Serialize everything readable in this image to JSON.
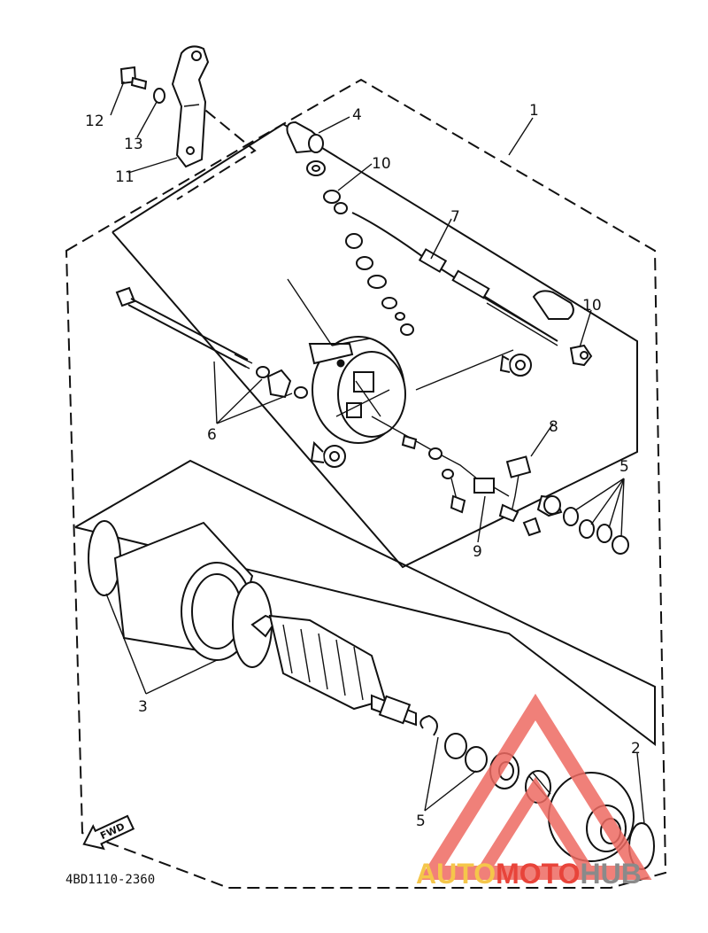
{
  "diagram": {
    "part_code": "4BD1110-2360",
    "direction_marker": "FWD",
    "callouts": {
      "c1": "1",
      "c2": "2",
      "c3": "3",
      "c4": "4",
      "c5": "5",
      "c5b": "5",
      "c6": "6",
      "c7": "7",
      "c8": "8",
      "c9": "9",
      "c10a": "10",
      "c10b": "10",
      "c11": "11",
      "c12": "12",
      "c13": "13"
    }
  },
  "watermark": {
    "part1": "AUTO",
    "part2": "MOTO",
    "part3": "HUB",
    "colors": {
      "auto": "#f5c64a",
      "moto": "#e8443a",
      "hub": "#8a8a8a",
      "logo_triangle": "#ee6a62"
    }
  }
}
